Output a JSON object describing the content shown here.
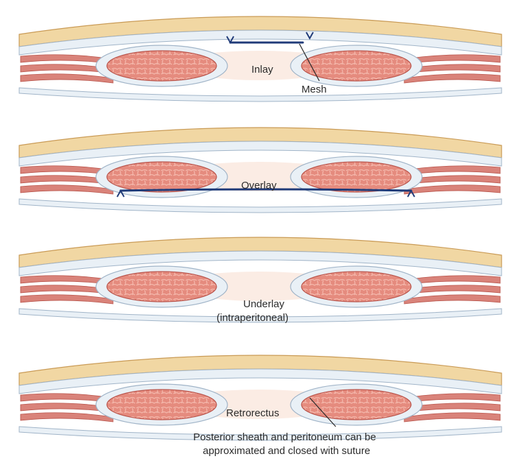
{
  "panels": [
    {
      "id": "inlay",
      "mesh_type": "inlay",
      "label": "Inlay",
      "sublabel": "",
      "callout": "Mesh"
    },
    {
      "id": "overlay",
      "mesh_type": "overlay",
      "label": "Overlay",
      "sublabel": "",
      "callout": ""
    },
    {
      "id": "underlay",
      "mesh_type": "underlay",
      "label": "Underlay",
      "sublabel": "(intraperitoneal)",
      "callout": ""
    },
    {
      "id": "retrorectus",
      "mesh_type": "retrorectus",
      "label": "Retrorectus",
      "sublabel": "",
      "callout": ""
    }
  ],
  "note": {
    "line1": "Posterior sheath and peritoneum can be",
    "line2": "approximated and closed with suture"
  },
  "colors": {
    "fat": "#f1d7a3",
    "fat_edge": "#c99a55",
    "fascia": "#e9f0f6",
    "fascia_edge": "#9fb3c7",
    "muscle": "#e58b7e",
    "muscle_edge": "#b8534a",
    "muscle_cells": "#f4b7ab",
    "defect": "#fbece4",
    "oblique": "#d9837a",
    "mesh": "#1f3a78",
    "label_text": "#2b2b2b"
  }
}
